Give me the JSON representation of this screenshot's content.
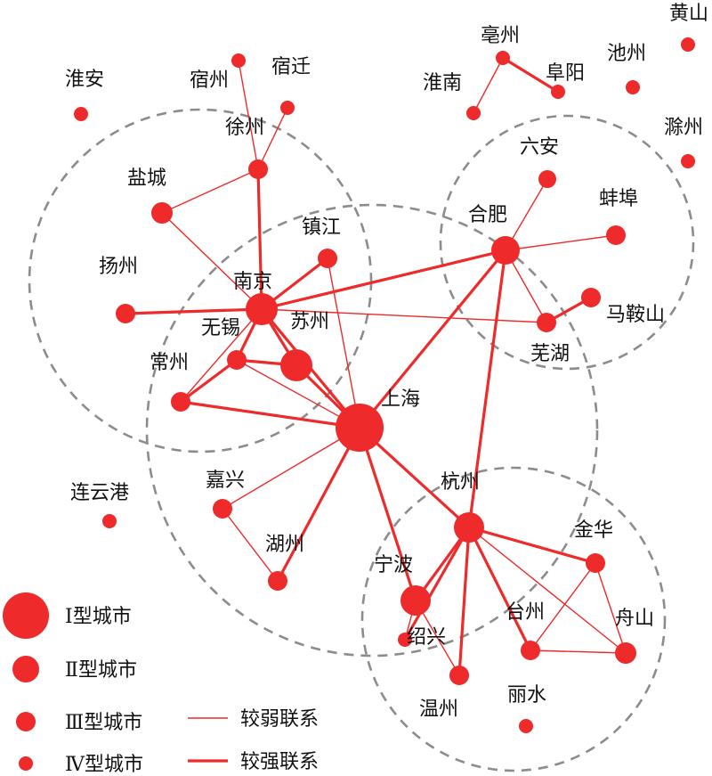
{
  "colors": {
    "node": "#ee2a2a",
    "edge": "#ee2a2a",
    "circle": "#8c8c8c",
    "text": "#111111"
  },
  "nodes": [
    {
      "id": "shanghai",
      "label": "上海",
      "type": 1
    },
    {
      "id": "nanjing",
      "label": "南京",
      "type": 2
    },
    {
      "id": "hefei",
      "label": "合肥",
      "type": 2
    },
    {
      "id": "hangzhou",
      "label": "杭州",
      "type": 2
    },
    {
      "id": "ningbo",
      "label": "宁波",
      "type": 2
    },
    {
      "id": "suzhou",
      "label": "苏州",
      "type": 2
    },
    {
      "id": "wuxi",
      "label": "无锡",
      "type": 3
    },
    {
      "id": "changzhou",
      "label": "常州",
      "type": 3
    },
    {
      "id": "zhenjiang",
      "label": "镇江",
      "type": 3
    },
    {
      "id": "yangzhou",
      "label": "扬州",
      "type": 3
    },
    {
      "id": "yancheng",
      "label": "盐城",
      "type": 3
    },
    {
      "id": "xuzhou",
      "label": "徐州",
      "type": 3
    },
    {
      "id": "suzhou_ah",
      "label": "宿州",
      "type": 4
    },
    {
      "id": "suqian",
      "label": "宿迁",
      "type": 4
    },
    {
      "id": "huaian",
      "label": "淮安",
      "type": 4
    },
    {
      "id": "lianyungang",
      "label": "连云港",
      "type": 4
    },
    {
      "id": "jiaxing",
      "label": "嘉兴",
      "type": 3
    },
    {
      "id": "huzhou",
      "label": "湖州",
      "type": 3
    },
    {
      "id": "shaoxing",
      "label": "绍兴",
      "type": 4
    },
    {
      "id": "wenzhou",
      "label": "温州",
      "type": 3
    },
    {
      "id": "jinhua",
      "label": "金华",
      "type": 3
    },
    {
      "id": "taizhou",
      "label": "台州",
      "type": 3
    },
    {
      "id": "zhoushan",
      "label": "舟山",
      "type": 3
    },
    {
      "id": "lishui",
      "label": "丽水",
      "type": 4
    },
    {
      "id": "liuan",
      "label": "六安",
      "type": 3
    },
    {
      "id": "bengbu",
      "label": "蚌埠",
      "type": 3
    },
    {
      "id": "maanshan",
      "label": "马鞍山",
      "type": 3
    },
    {
      "id": "wuhu",
      "label": "芜湖",
      "type": 3
    },
    {
      "id": "bozhou",
      "label": "亳州",
      "type": 4
    },
    {
      "id": "huainan",
      "label": "淮南",
      "type": 4
    },
    {
      "id": "fuyang",
      "label": "阜阳",
      "type": 4
    },
    {
      "id": "chizhou",
      "label": "池州",
      "type": 4
    },
    {
      "id": "huangshan",
      "label": "黄山",
      "type": 4
    },
    {
      "id": "chuzhou",
      "label": "滁州",
      "type": 4
    }
  ],
  "edges": [
    {
      "from": "shanghai",
      "to": "nanjing",
      "strength": "strong"
    },
    {
      "from": "shanghai",
      "to": "suzhou",
      "strength": "strong"
    },
    {
      "from": "shanghai",
      "to": "hangzhou",
      "strength": "strong"
    },
    {
      "from": "shanghai",
      "to": "ningbo",
      "strength": "strong"
    },
    {
      "from": "shanghai",
      "to": "hefei",
      "strength": "strong"
    },
    {
      "from": "shanghai",
      "to": "wuxi",
      "strength": "weak"
    },
    {
      "from": "shanghai",
      "to": "changzhou",
      "strength": "strong"
    },
    {
      "from": "shanghai",
      "to": "zhenjiang",
      "strength": "weak"
    },
    {
      "from": "shanghai",
      "to": "jiaxing",
      "strength": "weak"
    },
    {
      "from": "shanghai",
      "to": "huzhou",
      "strength": "strong"
    },
    {
      "from": "nanjing",
      "to": "hefei",
      "strength": "strong"
    },
    {
      "from": "nanjing",
      "to": "suzhou",
      "strength": "strong"
    },
    {
      "from": "nanjing",
      "to": "wuxi",
      "strength": "strong"
    },
    {
      "from": "nanjing",
      "to": "changzhou",
      "strength": "weak"
    },
    {
      "from": "nanjing",
      "to": "zhenjiang",
      "strength": "strong"
    },
    {
      "from": "nanjing",
      "to": "yangzhou",
      "strength": "strong"
    },
    {
      "from": "nanjing",
      "to": "xuzhou",
      "strength": "strong"
    },
    {
      "from": "nanjing",
      "to": "yancheng",
      "strength": "weak"
    },
    {
      "from": "nanjing",
      "to": "wuhu",
      "strength": "weak"
    },
    {
      "from": "xuzhou",
      "to": "yancheng",
      "strength": "weak"
    },
    {
      "from": "xuzhou",
      "to": "suzhou_ah",
      "strength": "weak"
    },
    {
      "from": "xuzhou",
      "to": "suqian",
      "strength": "weak"
    },
    {
      "from": "wuxi",
      "to": "suzhou",
      "strength": "strong"
    },
    {
      "from": "wuxi",
      "to": "changzhou",
      "strength": "strong"
    },
    {
      "from": "hefei",
      "to": "liuan",
      "strength": "weak"
    },
    {
      "from": "hefei",
      "to": "bengbu",
      "strength": "weak"
    },
    {
      "from": "hefei",
      "to": "wuhu",
      "strength": "weak"
    },
    {
      "from": "hefei",
      "to": "hangzhou",
      "strength": "strong"
    },
    {
      "from": "wuhu",
      "to": "maanshan",
      "strength": "strong"
    },
    {
      "from": "jiaxing",
      "to": "huzhou",
      "strength": "weak"
    },
    {
      "from": "hangzhou",
      "to": "ningbo",
      "strength": "strong"
    },
    {
      "from": "hangzhou",
      "to": "shaoxing",
      "strength": "strong"
    },
    {
      "from": "hangzhou",
      "to": "wenzhou",
      "strength": "strong"
    },
    {
      "from": "hangzhou",
      "to": "jinhua",
      "strength": "strong"
    },
    {
      "from": "hangzhou",
      "to": "taizhou",
      "strength": "strong"
    },
    {
      "from": "hangzhou",
      "to": "zhoushan",
      "strength": "weak"
    },
    {
      "from": "ningbo",
      "to": "shaoxing",
      "strength": "weak"
    },
    {
      "from": "ningbo",
      "to": "wenzhou",
      "strength": "weak"
    },
    {
      "from": "jinhua",
      "to": "taizhou",
      "strength": "weak"
    },
    {
      "from": "jinhua",
      "to": "zhoushan",
      "strength": "weak"
    },
    {
      "from": "taizhou",
      "to": "zhoushan",
      "strength": "weak"
    },
    {
      "from": "bozhou",
      "to": "huainan",
      "strength": "weak"
    },
    {
      "from": "bozhou",
      "to": "fuyang",
      "strength": "strong"
    }
  ],
  "legend": {
    "types": [
      {
        "label": "Ⅰ型城市",
        "type": 1
      },
      {
        "label": "Ⅱ型城市",
        "type": 2
      },
      {
        "label": "Ⅲ型城市",
        "type": 3
      },
      {
        "label": "Ⅳ型城市",
        "type": 4
      }
    ],
    "lines": [
      {
        "label": "较弱联系",
        "strength": "weak"
      },
      {
        "label": "较强联系",
        "strength": "strong"
      }
    ]
  }
}
